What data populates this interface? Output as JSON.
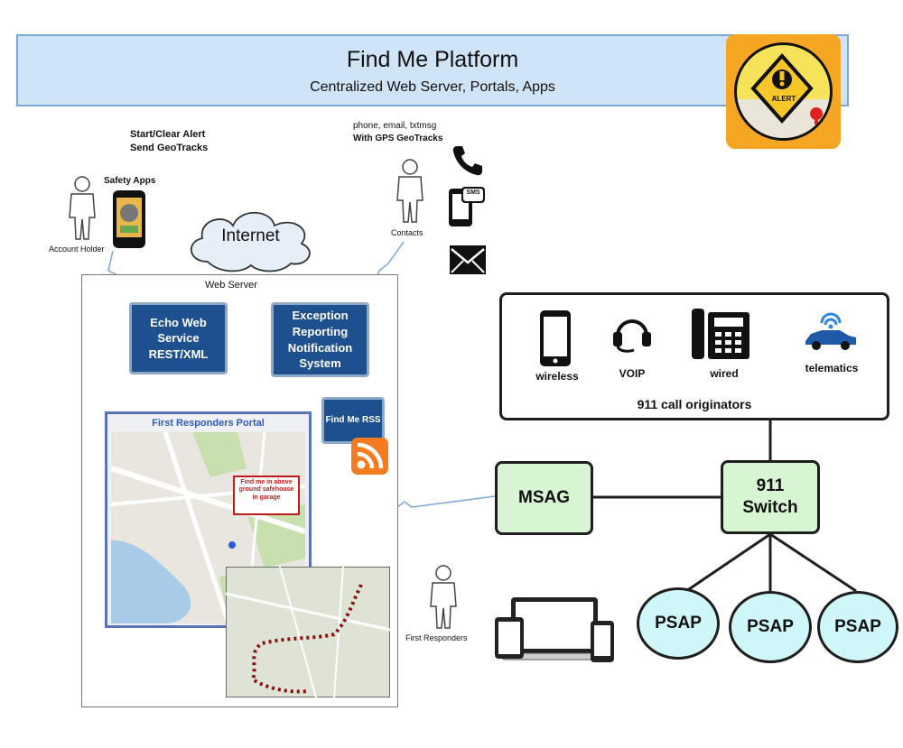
{
  "header": {
    "title": "Find Me Platform",
    "subtitle": "Centralized Web Server, Portals, Apps"
  },
  "logo": {
    "alert_text": "ALERT"
  },
  "left_actor": {
    "caption1": "Start/Clear Alert",
    "caption2": "Send GeoTracks",
    "apps_label": "Safety Apps",
    "name": "Account Holder"
  },
  "cloud": {
    "label": "Internet"
  },
  "contacts": {
    "caption1": "phone, email, txtmsg",
    "caption2": "With GPS GeoTracks",
    "name": "Contacts",
    "sms_label": "SMS"
  },
  "web_server": {
    "label": "Web Server",
    "echo_box": "Echo Web Service REST/XML",
    "exception_box": "Exception Reporting Notification System",
    "rss_box": "Find Me RSS",
    "portal_title": "First Responders Portal",
    "map_callout": "Find me in above ground safehouse in garage"
  },
  "responders": {
    "name": "First Responders"
  },
  "originators": {
    "title": "911 call originators",
    "items": [
      "wireless",
      "VOIP",
      "wired",
      "telematics"
    ]
  },
  "msag": {
    "label": "MSAG"
  },
  "switch": {
    "line1": "911",
    "line2": "Switch"
  },
  "psaps": [
    "PSAP",
    "PSAP",
    "PSAP"
  ],
  "colors": {
    "header_bg": "#cfe4f7",
    "blue_box": "#1e4f8f",
    "green_box": "#d7f5d3",
    "psap_fill": "#cff6f8",
    "logo_orange": "#f5a623"
  }
}
